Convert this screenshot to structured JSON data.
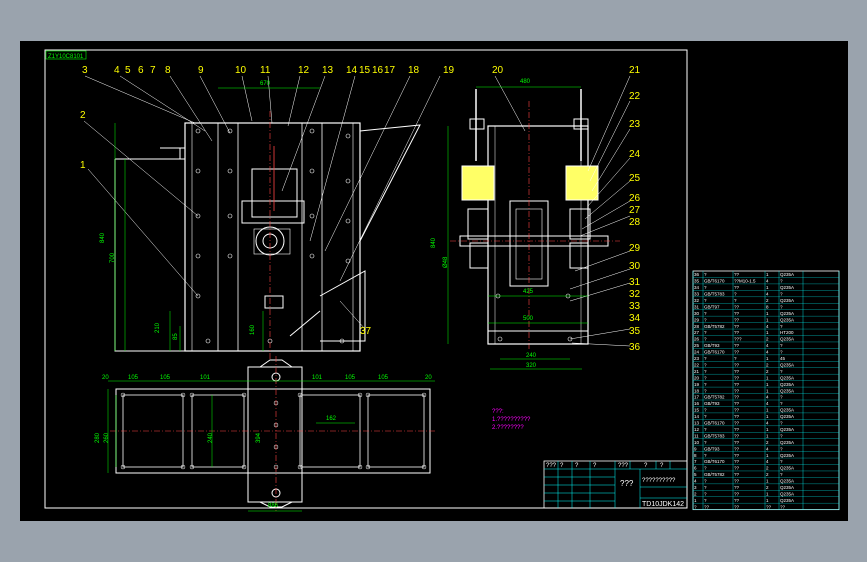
{
  "drawing": {
    "corner_tag": "Z1Y10C8101",
    "part_labels_front": [
      "1",
      "2",
      "3",
      "4",
      "5",
      "6",
      "7",
      "8",
      "9",
      "10",
      "11",
      "12",
      "13",
      "14",
      "15",
      "16",
      "17",
      "18",
      "19",
      "37"
    ],
    "part_labels_side": [
      "20",
      "21",
      "22",
      "23",
      "24",
      "25",
      "26",
      "27",
      "28",
      "29",
      "30",
      "31",
      "32",
      "33",
      "34",
      "35",
      "36"
    ],
    "front_dims": {
      "top": "670",
      "left1": "840",
      "left2": "700",
      "h1": "210",
      "h2": "85",
      "h3": "160"
    },
    "side_dims": {
      "top": "480",
      "right": "840",
      "left": "Ø48",
      "w1": "425",
      "w2": "500",
      "w3": "240",
      "w4": "320"
    },
    "plan_dims": {
      "seg1": "20",
      "seg2": "105",
      "seg3": "105",
      "seg4": "101",
      "seg5": "101",
      "seg6": "105",
      "seg7": "105",
      "seg8": "20",
      "h1": "280",
      "h2": "260",
      "h3": "240",
      "h4": "394",
      "w1": "162",
      "bottom": "886"
    },
    "notes": [
      "???:",
      "1.??????????",
      "2.????????"
    ]
  },
  "title_block": {
    "header_cells": [
      "???",
      "?",
      "?",
      "?",
      "???",
      "?",
      "?"
    ],
    "name": "???",
    "company": "??????????",
    "drawing_no": "TD10JDK142",
    "footer": "??"
  },
  "parts_list": {
    "rows": [
      [
        "36",
        "?",
        "??",
        "1",
        "Q235A"
      ],
      [
        "35",
        "GB/T6170",
        "??M10-1.5",
        "4",
        "?"
      ],
      [
        "34",
        "?",
        "??",
        "1",
        "Q235A"
      ],
      [
        "33",
        "GB/T5783",
        "?",
        "4",
        "?"
      ],
      [
        "32",
        "?",
        "?",
        "2",
        "Q235A"
      ],
      [
        "31",
        "GB/T97",
        "??",
        "8",
        "?"
      ],
      [
        "30",
        "?",
        "??",
        "1",
        "Q235A"
      ],
      [
        "29",
        "?",
        "??",
        "1",
        "Q235A"
      ],
      [
        "28",
        "GB/T5782",
        "??",
        "4",
        "?"
      ],
      [
        "27",
        "?",
        "??",
        "1",
        "HT200"
      ],
      [
        "26",
        "?",
        "???",
        "2",
        "Q235A"
      ],
      [
        "25",
        "GB/T93",
        "??",
        "4",
        "?"
      ],
      [
        "24",
        "GB/T6170",
        "??",
        "4",
        "?"
      ],
      [
        "23",
        "?",
        "?",
        "1",
        "45"
      ],
      [
        "22",
        "?",
        "??",
        "2",
        "Q235A"
      ],
      [
        "21",
        "?",
        "??",
        "2",
        "?"
      ],
      [
        "20",
        "?",
        "??",
        "1",
        "Q235A"
      ],
      [
        "19",
        "?",
        "??",
        "1",
        "Q235A"
      ],
      [
        "18",
        "?",
        "??",
        "1",
        "Q235A"
      ],
      [
        "17",
        "GB/T5782",
        "??",
        "4",
        "?"
      ],
      [
        "16",
        "GB/T93",
        "??",
        "4",
        "?"
      ],
      [
        "15",
        "?",
        "??",
        "1",
        "Q235A"
      ],
      [
        "14",
        "?",
        "??",
        "1",
        "Q235A"
      ],
      [
        "13",
        "GB/T6170",
        "??",
        "4",
        "?"
      ],
      [
        "12",
        "?",
        "??",
        "1",
        "Q235A"
      ],
      [
        "11",
        "GB/T5783",
        "??",
        "1",
        "?"
      ],
      [
        "10",
        "?",
        "??",
        "2",
        "Q235A"
      ],
      [
        "9",
        "GB/T93",
        "??",
        "4",
        "?"
      ],
      [
        "8",
        "?",
        "??",
        "1",
        "Q235A"
      ],
      [
        "7",
        "GB/T6170",
        "??",
        "4",
        "?"
      ],
      [
        "6",
        "?",
        "??",
        "2",
        "Q235A"
      ],
      [
        "5",
        "GB/T5782",
        "??",
        "2",
        "?"
      ],
      [
        "4",
        "?",
        "??",
        "1",
        "Q235A"
      ],
      [
        "3",
        "?",
        "??",
        "2",
        "Q235A"
      ],
      [
        "2",
        "?",
        "??",
        "1",
        "Q235A"
      ],
      [
        "1",
        "?",
        "??",
        "1",
        "Q235A"
      ]
    ],
    "header": [
      "?",
      "??",
      "??",
      "??",
      "??"
    ]
  },
  "colors": {
    "frame": "#ffffff",
    "part": "#ffffff",
    "dim": "#00ff00",
    "label": "#ffff00",
    "center": "#ff0000",
    "fill": "#ffff66",
    "note": "#ff00ff",
    "table": "#00ffff"
  }
}
